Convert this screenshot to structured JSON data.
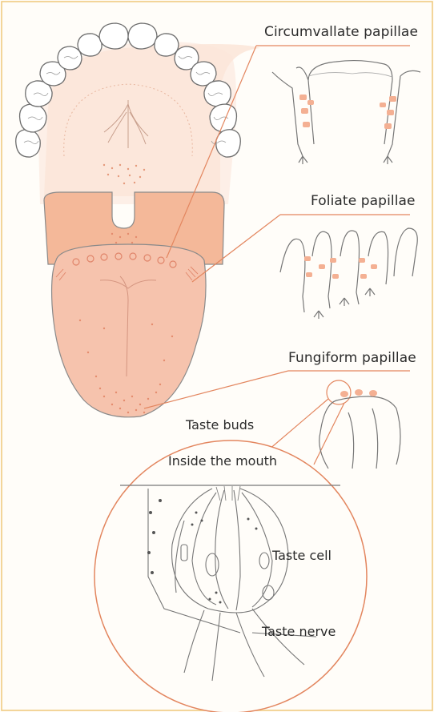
{
  "labels": {
    "circumvallate": "Circumvallate papillae",
    "foliate": "Foliate papillae",
    "fungiform": "Fungiform papillae",
    "taste_buds": "Taste buds",
    "inside_mouth": "Inside the mouth",
    "taste_cell": "Taste cell",
    "taste_nerve": "Taste nerve"
  },
  "colors": {
    "accent_line": "#e3865f",
    "tongue_fill": "#f6c3ad",
    "palate_fill": "#fbe3d6",
    "bud_fill": "#f4b093",
    "outline": "#8a8a8a",
    "frame": "#e8b04a"
  },
  "icons": {
    "teeth": "tooth-arch-icon",
    "tongue": "tongue-icon",
    "circumvallate": "circumvallate-papillae-icon",
    "foliate": "foliate-papillae-icon",
    "fungiform": "fungiform-papillae-icon",
    "taste_bud": "taste-bud-detail-icon"
  }
}
